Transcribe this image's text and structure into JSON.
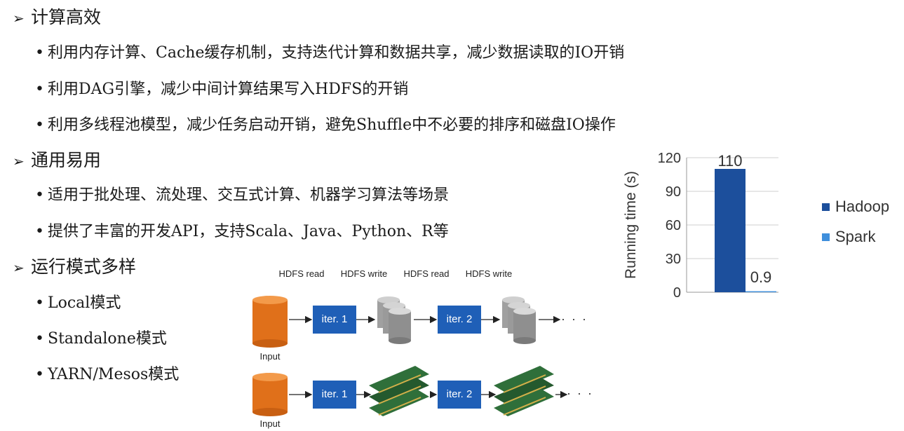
{
  "sections": [
    {
      "title": "计算高效",
      "bullets": [
        "利用内存计算、Cache缓存机制，支持迭代计算和数据共享，减少数据读取的IO开销",
        "利用DAG引擎，减少中间计算结果写入HDFS的开销",
        "利用多线程池模型，减少任务启动开销，避免Shuffle中不必要的排序和磁盘IO操作"
      ]
    },
    {
      "title": "通用易用",
      "bullets": [
        "适用于批处理、流处理、交互式计算、机器学习算法等场景",
        "提供了丰富的开发API，支持Scala、Java、Python、R等"
      ]
    },
    {
      "title": "运行模式多样",
      "bullets": [
        "Local模式",
        "Standalone模式",
        "YARN/Mesos模式"
      ]
    }
  ],
  "symbols": {
    "arrow": "➢",
    "bullet": "•"
  },
  "diagram": {
    "hdfs_read": "HDFS read",
    "hdfs_write": "HDFS write",
    "hdfs_read2": "HDFS read",
    "hdfs_write2": "HDFS write",
    "iter1": "iter. 1",
    "iter2": "iter. 2",
    "input": "Input",
    "ellipsis": "· · ·",
    "colors": {
      "disk": "#e0701a",
      "iter": "#1f5fb7",
      "cylinder": "#a8a8a8",
      "ram": "#2f6f3a"
    }
  },
  "chart_data": {
    "type": "bar",
    "ylabel": "Running time (s)",
    "ylim": [
      0,
      120
    ],
    "yticks": [
      0,
      30,
      60,
      90,
      120
    ],
    "series": [
      {
        "name": "Hadoop",
        "values": [
          110
        ],
        "label": "110",
        "color": "#1c4f9c"
      },
      {
        "name": "Spark",
        "values": [
          0.9
        ],
        "label": "0.9",
        "color": "#3f8fdc"
      }
    ],
    "legend_position": "right",
    "grid": true
  }
}
